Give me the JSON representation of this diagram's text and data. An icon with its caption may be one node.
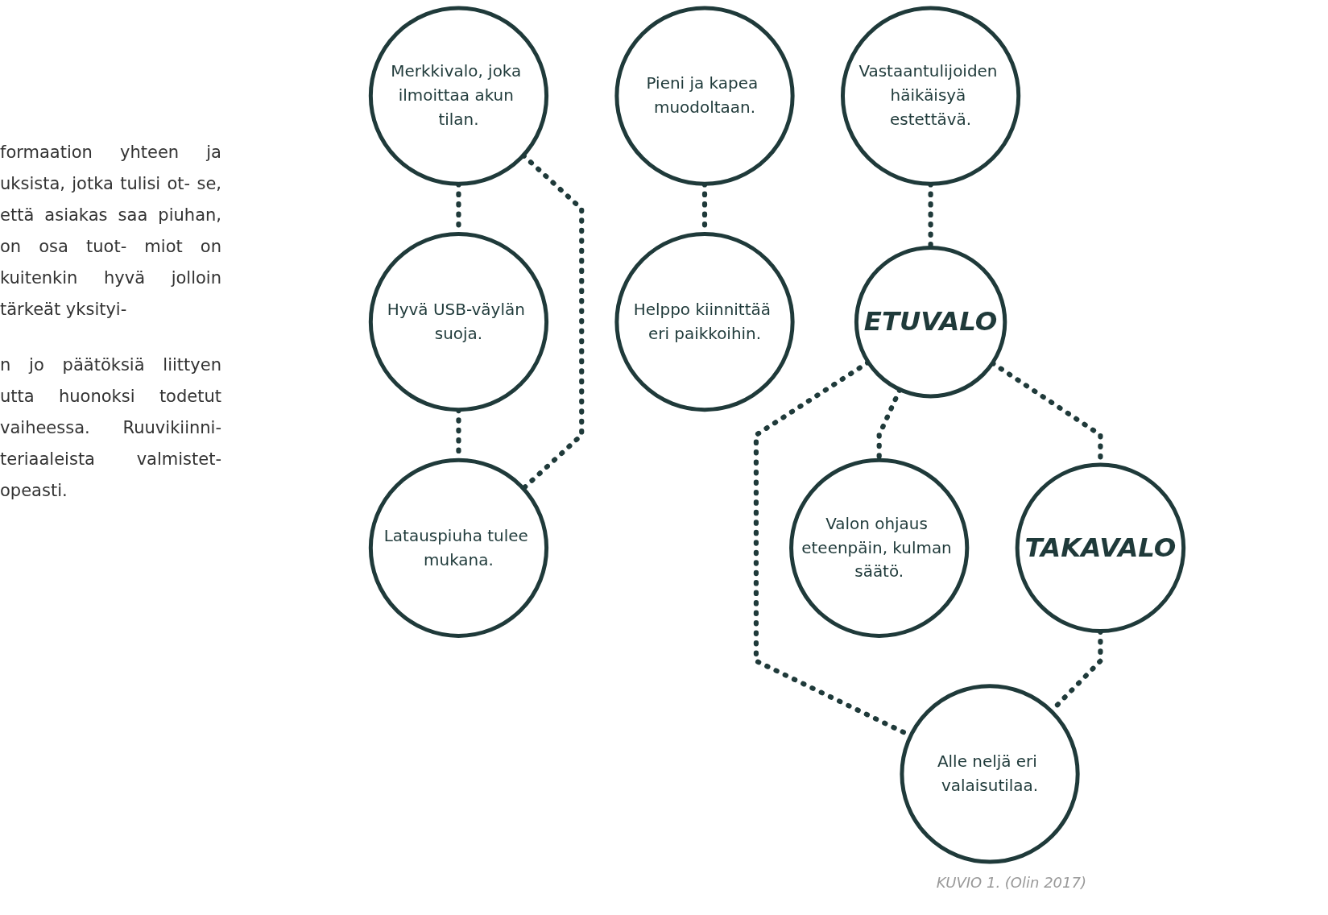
{
  "diagram": {
    "caption": "KUVIO 1. (Olin 2017)",
    "nodes": [
      {
        "text": [
          "Hyvä USB-väylän suoja."
        ]
      },
      {
        "text": [
          "Merkkivalo, joka ilmoittaa akun tilan."
        ]
      },
      {
        "text": [
          "Latauspiuha tulee mukana."
        ]
      },
      {
        "text": [
          "Pieni ja kapea muodoltaan."
        ]
      },
      {
        "text": [
          "ETUVALO"
        ]
      },
      {
        "text": [
          "TAKAVALO"
        ]
      },
      {
        "text": [
          "Helppo kiinnittää eri paikkoihin."
        ]
      },
      {
        "text": [
          "Vastaantulijoiden häikäisyä estettävä."
        ]
      },
      {
        "text": [
          "Valon ohjaus eteenpäin, kulman säätö."
        ]
      },
      {
        "text": [
          "Alle neljä eri valaisutilaa."
        ]
      }
    ],
    "edges": [
      {
        "from": 1,
        "to": 0,
        "arrow": "none",
        "style": "dashed"
      },
      {
        "from": 0,
        "to": 2,
        "arrow": "none",
        "style": "dashed"
      },
      {
        "from": 1,
        "to": 2,
        "arrow": "none",
        "style": "dashed"
      },
      {
        "from": 3,
        "to": 6,
        "arrow": "none",
        "style": "dashed"
      },
      {
        "from": 4,
        "to": 5,
        "arrow": "none",
        "style": "dashed"
      },
      {
        "from": 7,
        "to": 4,
        "arrow": "none",
        "style": "dashed"
      },
      {
        "from": 4,
        "to": 8,
        "arrow": "none",
        "style": "dashed"
      },
      {
        "from": 4,
        "to": 9,
        "arrow": "none",
        "style": "dashed"
      },
      {
        "from": 5,
        "to": 9,
        "arrow": "none",
        "style": "dashed"
      }
    ],
    "labels": [
      "formaation yhteen ja uksista, jotka tulisi ot- se, että asiakas saa piuhan, on osa tuot- miot on kuitenkin hyvä jolloin tärkeät yksityi-",
      "n jo päätöksiä liittyen utta huonoksi todetut vaiheessa. Ruuvikiinni- teriaaleista valmistet- opeasti."
    ]
  }
}
